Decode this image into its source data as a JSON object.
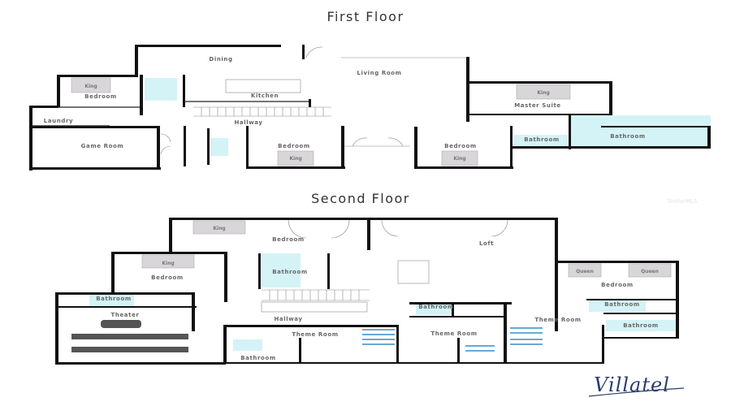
{
  "first_floor": {
    "title": "First Floor",
    "rooms": {
      "dining": "Dining",
      "living_room": "Living Room",
      "kitchen": "Kitchen",
      "bedroom_left": "Bedroom",
      "bedroom_left_bed": "King",
      "laundry": "Laundry",
      "hallway": "Hallway",
      "game_room": "Game Room",
      "bedroom_center": "Bedroom",
      "bedroom_center_bed": "King",
      "bedroom_right": "Bedroom",
      "bedroom_right_bed": "King",
      "master_suite": "Master Suite",
      "master_suite_bed": "King",
      "bathroom_small": "Bathroom",
      "bathroom_master": "Bathroom"
    }
  },
  "second_floor": {
    "title": "Second Floor",
    "rooms": {
      "bedroom_top": "Bedroom",
      "bedroom_top_bed": "King",
      "loft": "Loft",
      "bedroom_left": "Bedroom",
      "bedroom_left_bed": "King",
      "bathroom_center": "Bathroom",
      "bathroom_theater": "Bathroom",
      "theater": "Theater",
      "hallway": "Hallway",
      "theme_room_1": "Theme Room",
      "bathroom_bottom": "Bathroom",
      "bathroom_theme2": "Bathroom",
      "theme_room_2": "Theme Room",
      "theme_room_3": "Theme Room",
      "bedroom_right": "Bedroom",
      "bedroom_right_bed1": "Queen",
      "bedroom_right_bed2": "Queen",
      "bathroom_right_top": "Bathroom",
      "bathroom_right_bottom": "Bathroom"
    }
  },
  "watermark": "StellarMLS",
  "logo": "Villatel",
  "colors": {
    "wall": "#111111",
    "bathroom_fill": "#d4f3f6",
    "bed_fill": "#d9d6d9",
    "bunk_blue": "#3b8bc4",
    "logo_navy": "#2b3d6b"
  }
}
